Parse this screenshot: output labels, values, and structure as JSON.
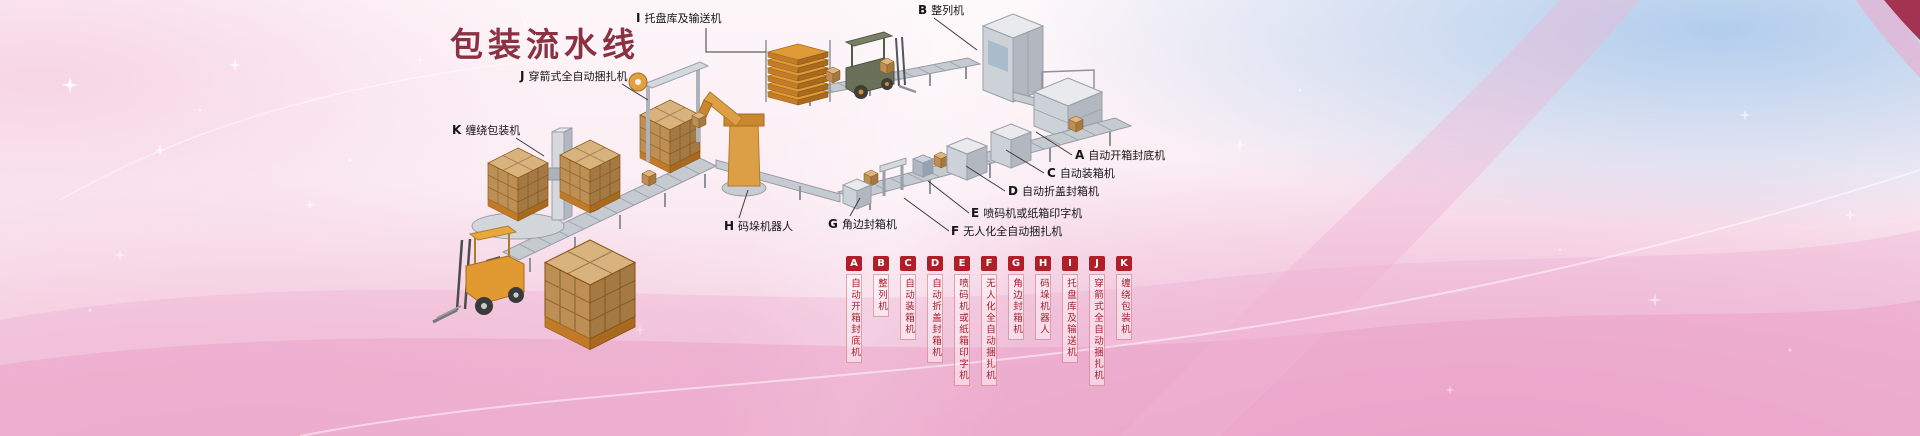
{
  "title": "包装流水线",
  "machines": [
    {
      "letter": "A",
      "name": "自动开箱封底机"
    },
    {
      "letter": "B",
      "name": "整列机"
    },
    {
      "letter": "C",
      "name": "自动装箱机"
    },
    {
      "letter": "D",
      "name": "自动折盖封箱机"
    },
    {
      "letter": "E",
      "name": "喷码机或纸箱印字机"
    },
    {
      "letter": "F",
      "name": "无人化全自动捆扎机"
    },
    {
      "letter": "G",
      "name": "角边封箱机"
    },
    {
      "letter": "H",
      "name": "码垛机器人"
    },
    {
      "letter": "I",
      "name": "托盘库及输送机"
    },
    {
      "letter": "J",
      "name": "穿箭式全自动捆扎机"
    },
    {
      "letter": "K",
      "name": "缠绕包装机"
    }
  ],
  "colors": {
    "legend_red": "#b01f27",
    "title_maroon": "#8b3142",
    "background_pink": "#f6d9e7",
    "background_blue": "#adcbec",
    "carton_tan": "#bd8f55",
    "machine_gray": "#c6cad1",
    "forklift_orange": "#e09a31"
  }
}
